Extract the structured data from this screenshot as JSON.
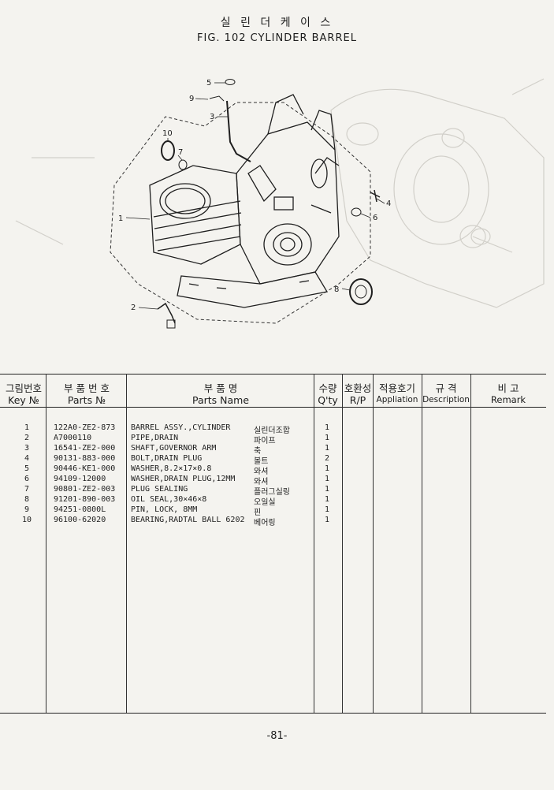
{
  "title": {
    "korean": "실 린 더 케 이 스",
    "english": "FIG. 102  CYLINDER BARREL"
  },
  "diagram": {
    "callouts": [
      "1",
      "2",
      "3",
      "4",
      "5",
      "6",
      "7",
      "8",
      "9",
      "10"
    ]
  },
  "table": {
    "headers": [
      {
        "ko": "그림번호",
        "en": "Key №"
      },
      {
        "ko": "부 품 번 호",
        "en": "Parts №"
      },
      {
        "ko": "부     품     명",
        "en": "Parts Name"
      },
      {
        "ko": "수량",
        "en": "Q'ty"
      },
      {
        "ko": "호환성",
        "en": "R/P"
      },
      {
        "ko": "적용호기",
        "en": "Appliation"
      },
      {
        "ko": "규   격",
        "en": "Description"
      },
      {
        "ko": "비     고",
        "en": "Remark"
      }
    ],
    "rows": [
      {
        "key": "1",
        "part_no": "122A0-ZE2-873",
        "name": "BARREL ASSY.,CYLINDER",
        "name_ko": "실린더조합",
        "qty": "1"
      },
      {
        "key": "2",
        "part_no": "A7000110",
        "name": "PIPE,DRAIN",
        "name_ko": "파이프",
        "qty": "1"
      },
      {
        "key": "3",
        "part_no": "16541-ZE2-000",
        "name": "SHAFT,GOVERNOR ARM",
        "name_ko": "축",
        "qty": "1"
      },
      {
        "key": "4",
        "part_no": "90131-883-000",
        "name": "BOLT,DRAIN PLUG",
        "name_ko": "볼트",
        "qty": "2"
      },
      {
        "key": "5",
        "part_no": "90446-KE1-000",
        "name": "WASHER,8.2×17×0.8",
        "name_ko": "와셔",
        "qty": "1"
      },
      {
        "key": "6",
        "part_no": "94109-12000",
        "name": "WASHER,DRAIN PLUG,12MM",
        "name_ko": "와셔",
        "qty": "1"
      },
      {
        "key": "7",
        "part_no": "90801-ZE2-003",
        "name": "PLUG SEALING",
        "name_ko": "플러그실링",
        "qty": "1"
      },
      {
        "key": "8",
        "part_no": "91201-890-003",
        "name": "OIL SEAL,30×46×8",
        "name_ko": "오일실",
        "qty": "1"
      },
      {
        "key": "9",
        "part_no": "94251-0800L",
        "name": "PIN, LOCK, 8MM",
        "name_ko": "핀",
        "qty": "1"
      },
      {
        "key": "10",
        "part_no": "96100-62020",
        "name": "BEARING,RADTAL BALL 6202",
        "name_ko": "베어링",
        "qty": "1"
      }
    ]
  },
  "page_number": "-81-"
}
